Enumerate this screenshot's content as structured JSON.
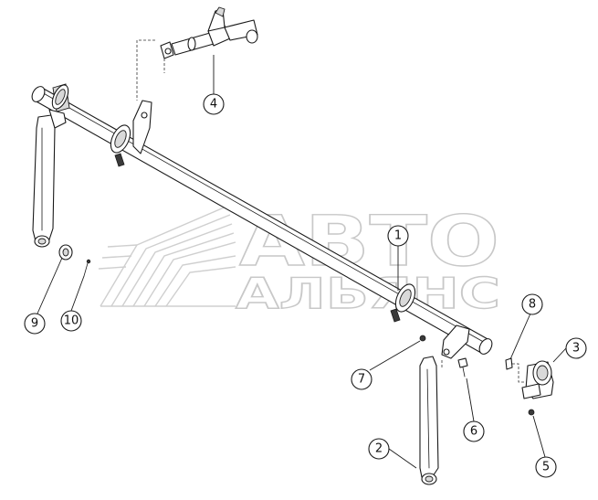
{
  "watermark": {
    "line1": "АВТО",
    "line2": "АЛЬЯНС"
  },
  "callouts": [
    {
      "id": "callout-1",
      "label": "1"
    },
    {
      "id": "callout-2",
      "label": "2"
    },
    {
      "id": "callout-3",
      "label": "3"
    },
    {
      "id": "callout-4",
      "label": "4"
    },
    {
      "id": "callout-5",
      "label": "5"
    },
    {
      "id": "callout-6",
      "label": "6"
    },
    {
      "id": "callout-7",
      "label": "7"
    },
    {
      "id": "callout-8",
      "label": "8"
    },
    {
      "id": "callout-9",
      "label": "9"
    },
    {
      "id": "callout-10",
      "label": "10"
    }
  ]
}
